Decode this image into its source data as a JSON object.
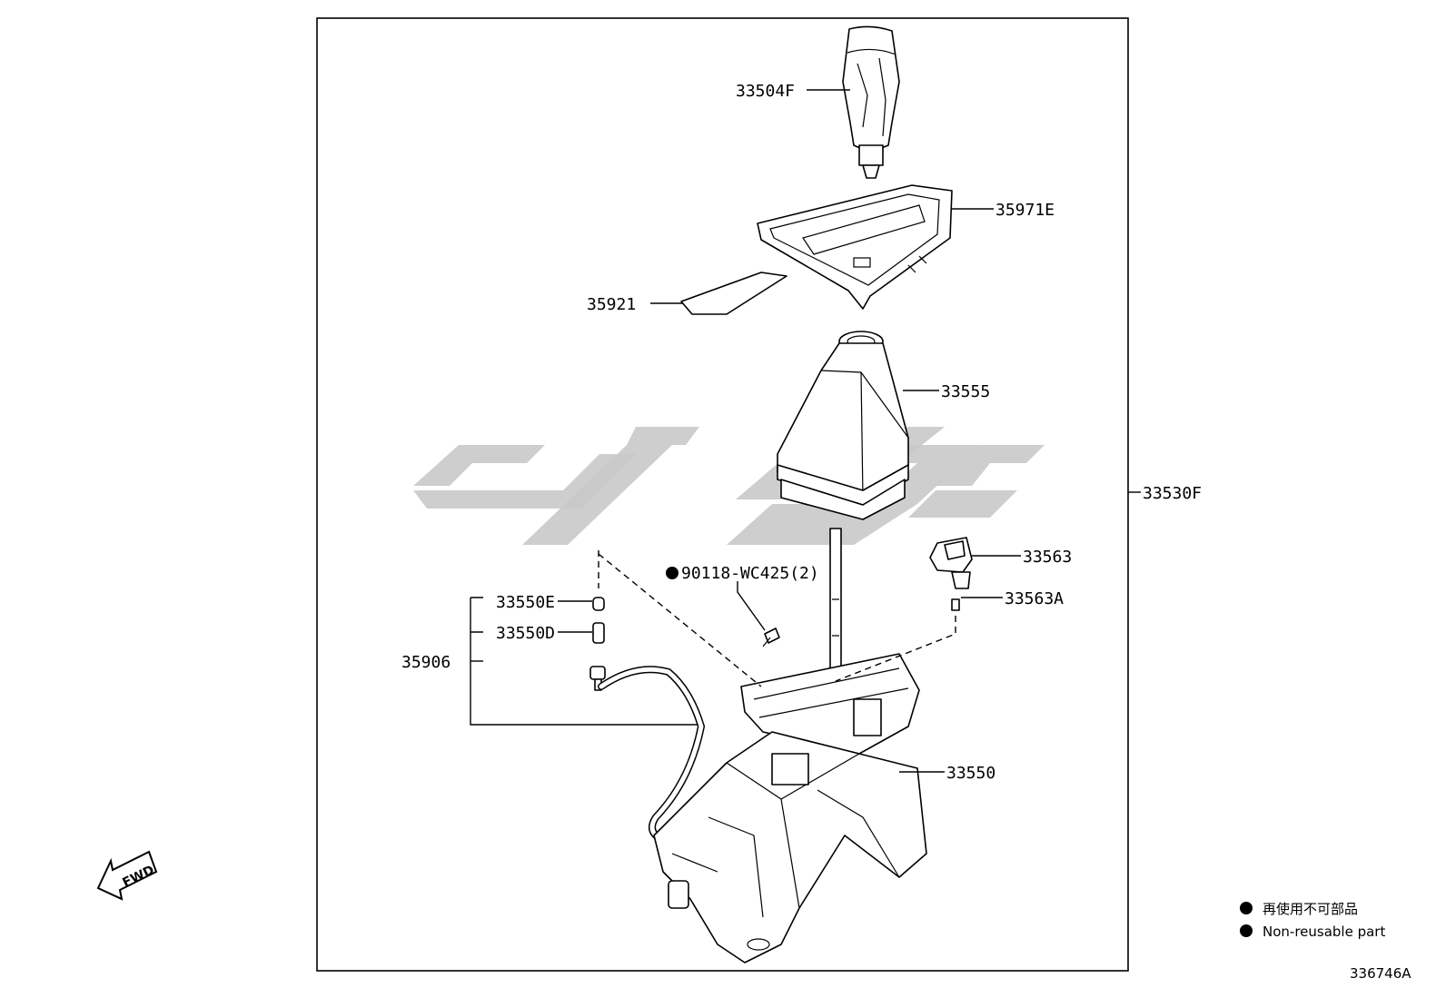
{
  "labels": {
    "knob": "33504F",
    "bezel": "35971E",
    "plate": "35921",
    "boot": "33555",
    "assembly": "33530F",
    "switch": "33563",
    "switch_sub": "33563A",
    "screw": "90118-WC425(2)",
    "pin_e": "33550E",
    "pin_d": "33550D",
    "cable": "35906",
    "base": "33550"
  },
  "fwd_label": "FWD",
  "legend": {
    "jp": "再使用不可部品",
    "en": "Non-reusable part"
  },
  "diagram_id": "336746A"
}
